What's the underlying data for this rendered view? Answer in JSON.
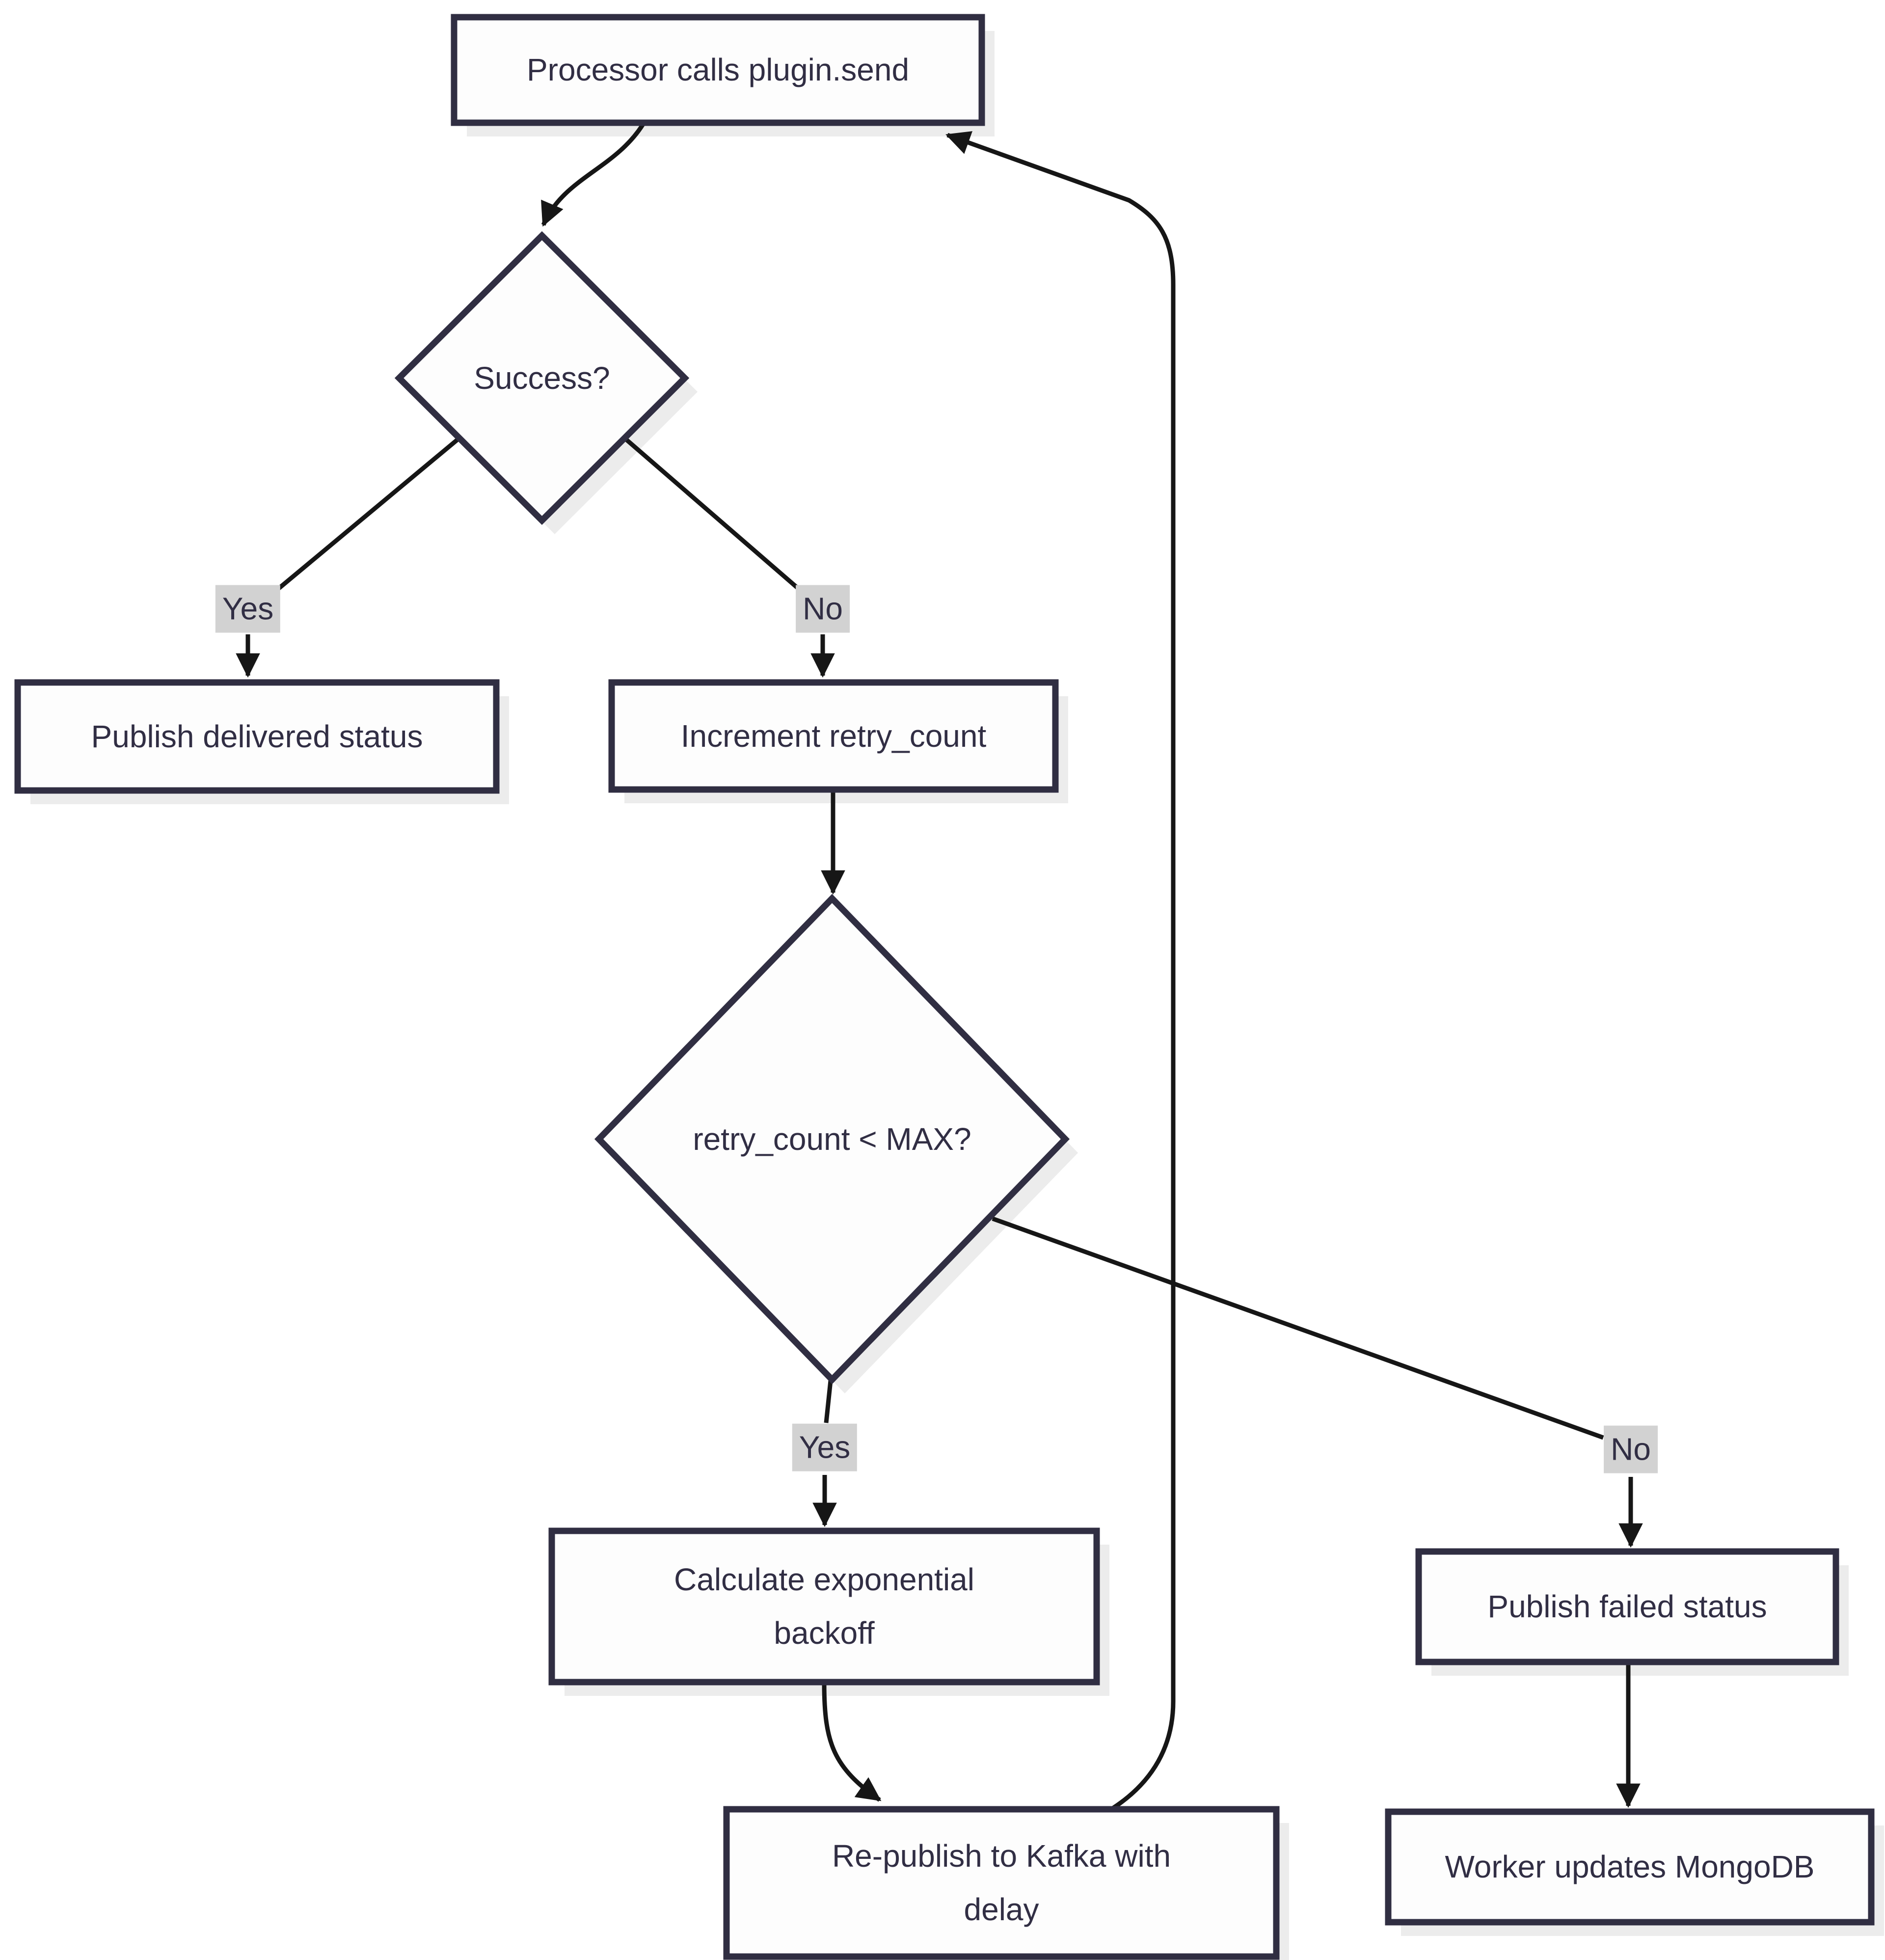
{
  "diagram": {
    "type": "flowchart",
    "direction": "top-down",
    "nodes": {
      "start": {
        "label": "Processor calls plugin.send",
        "shape": "rectangle"
      },
      "success": {
        "label": "Success?",
        "shape": "diamond"
      },
      "delivered": {
        "label": "Publish delivered status",
        "shape": "rectangle"
      },
      "increment": {
        "label": "Increment retry_count",
        "shape": "rectangle"
      },
      "retry_check": {
        "label": "retry_count < MAX?",
        "shape": "diamond"
      },
      "backoff": {
        "label": "Calculate exponential backoff",
        "shape": "rectangle"
      },
      "republish": {
        "label": "Re-publish to Kafka with delay",
        "shape": "rectangle"
      },
      "failed": {
        "label": "Publish failed status",
        "shape": "rectangle"
      },
      "update_db": {
        "label": "Worker updates MongoDB",
        "shape": "rectangle"
      }
    },
    "edges": [
      {
        "from": "start",
        "to": "success",
        "label": ""
      },
      {
        "from": "success",
        "to": "delivered",
        "label": "Yes"
      },
      {
        "from": "success",
        "to": "increment",
        "label": "No"
      },
      {
        "from": "increment",
        "to": "retry_check",
        "label": ""
      },
      {
        "from": "retry_check",
        "to": "backoff",
        "label": "Yes"
      },
      {
        "from": "retry_check",
        "to": "failed",
        "label": "No"
      },
      {
        "from": "backoff",
        "to": "republish",
        "label": ""
      },
      {
        "from": "republish",
        "to": "start",
        "label": ""
      },
      {
        "from": "failed",
        "to": "update_db",
        "label": ""
      }
    ],
    "colors": {
      "node_fill": "#fdfdfd",
      "node_border": "#302e42",
      "text": "#312e44",
      "edge_line": "#161616",
      "edge_label_bg": "#d2d2d2",
      "shadow": "#ececec",
      "background": "#ffffff"
    }
  }
}
